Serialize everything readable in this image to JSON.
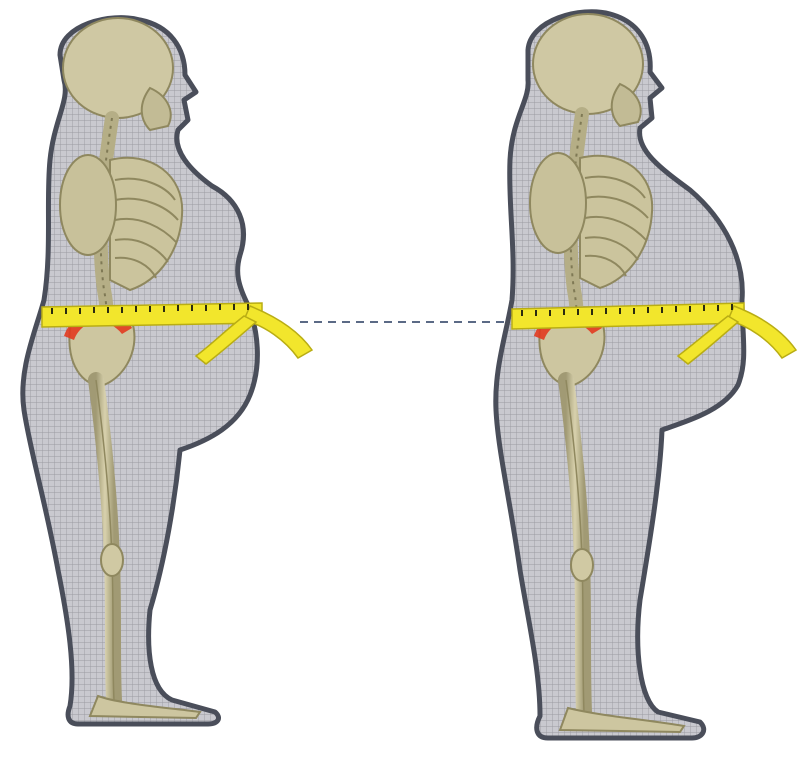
{
  "figures": [
    {
      "id": "left",
      "label": ""
    },
    {
      "id": "right",
      "label": ""
    }
  ],
  "colors": {
    "background": "#ffffff",
    "body_fill": "#c9c9cf",
    "body_grid": "#9a9aa2",
    "body_outline": "#4a4e5a",
    "bone": "#cfc8a3",
    "bone_shadow": "#a19a74",
    "tape": "#f2e62c",
    "tape_tick": "#2b2b10",
    "pelvis_highlight": "#e23a1f",
    "guide_line": "#5b6a86"
  },
  "icons": [
    "body-silhouette",
    "skeleton",
    "measuring-tape",
    "pelvis-highlight",
    "dashed-guide-line"
  ]
}
